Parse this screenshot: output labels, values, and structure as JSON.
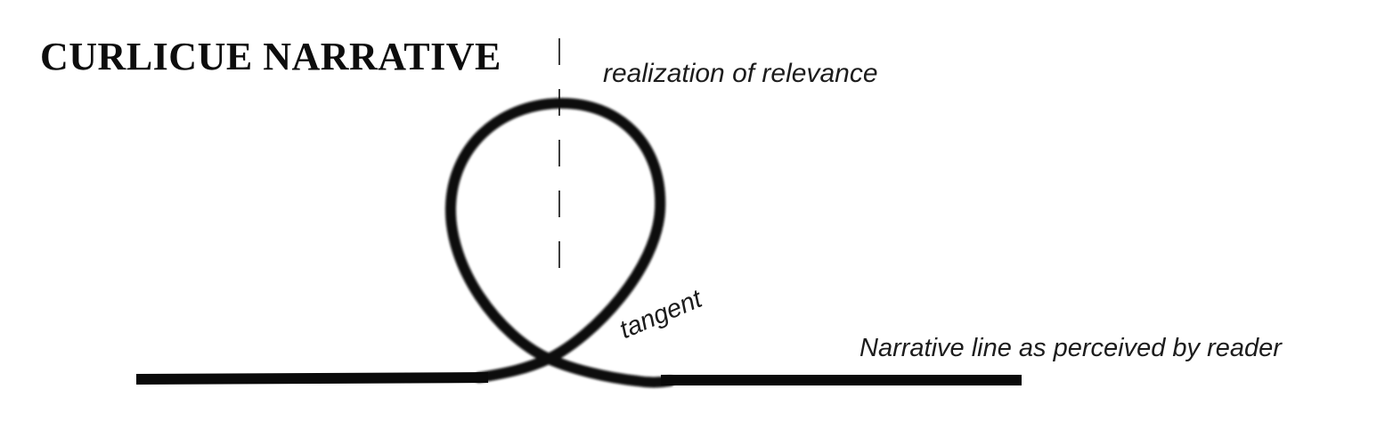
{
  "title": "CURLICUE NARRATIVE",
  "labels": {
    "realization": "realization of relevance",
    "tangent": "tangent",
    "narrative_line": "Narrative line as perceived by reader"
  },
  "figure": {
    "loop_shape": "hand-drawn curlicue loop crossing itself above the narrative line",
    "dashed_axis": "vertical dashed line through loop center",
    "line_icon": "narrative-line"
  },
  "colors": {
    "ink": "#0a0a0a",
    "dash": "#3c3c3c",
    "text": "#1c1c1c",
    "background": "#ffffff"
  }
}
